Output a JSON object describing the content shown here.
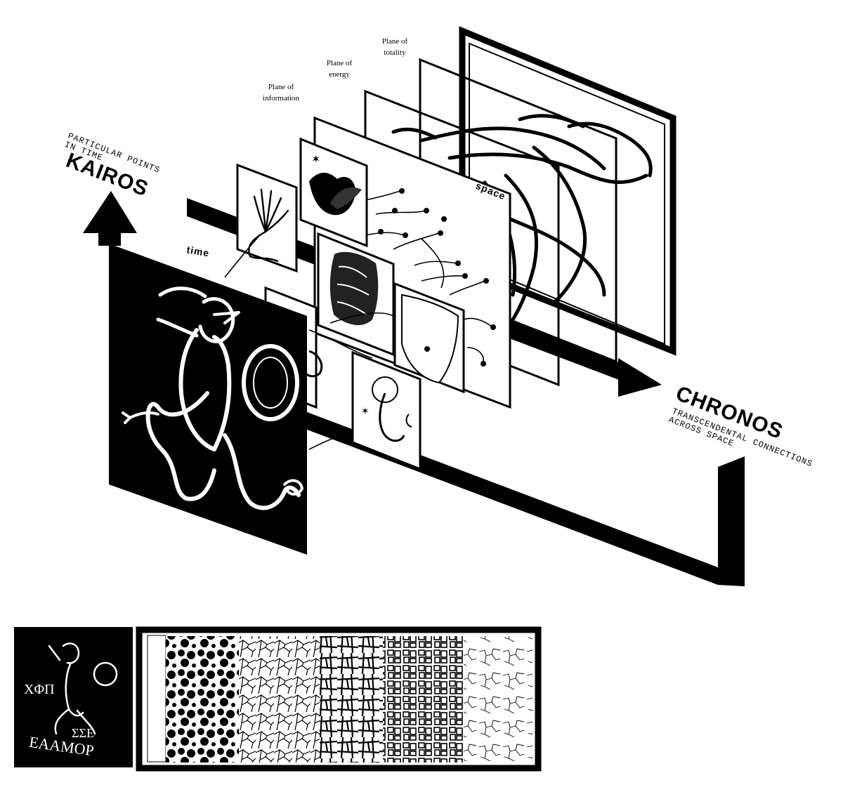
{
  "kairos": {
    "title": "KAIROS",
    "subtitle_line1": "PARTICULAR POINTS",
    "subtitle_line2": "IN TIME"
  },
  "chronos": {
    "title": "CHRONOS",
    "subtitle_line1": "TRANSCENDENTAL CONNECTIONS",
    "subtitle_line2": "ACROSS SPACE"
  },
  "axes": {
    "time": "time",
    "space": "space"
  },
  "planes": {
    "information_line1": "Plane of",
    "information_line2": "information",
    "energy_line1": "Plane of",
    "energy_line2": "energy",
    "totality_line1": "Plane of",
    "totality_line2": "totality"
  },
  "seal_inscription": {
    "line1": "ΧΦΠ",
    "line2": "ΕΑΑΜΟΡ",
    "line3": "ΣΣΕ"
  },
  "colors": {
    "ink": "#000000",
    "paper": "#ffffff"
  }
}
